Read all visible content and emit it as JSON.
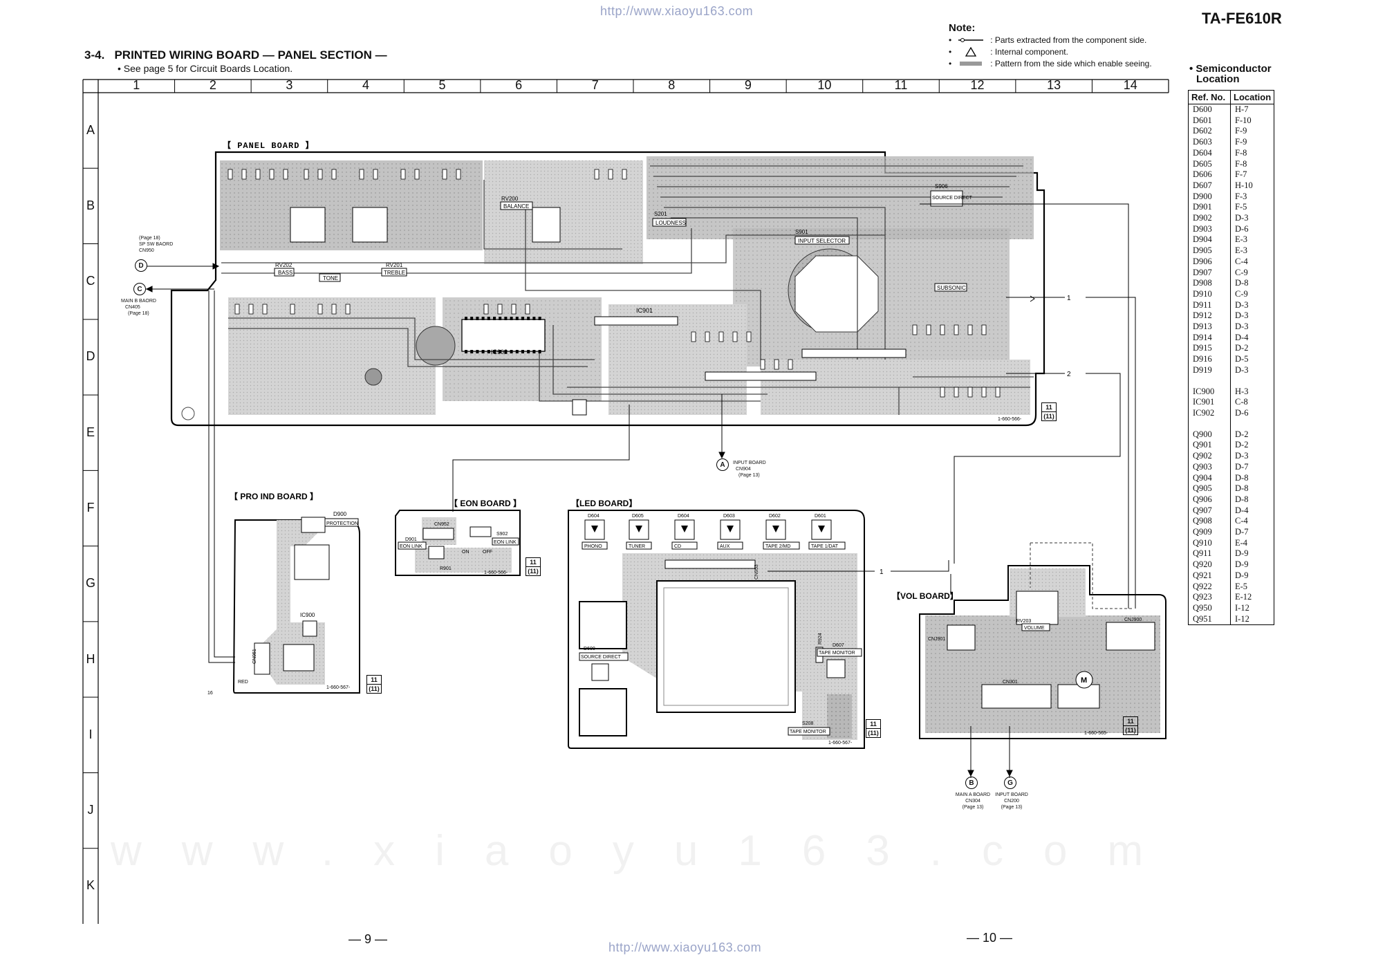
{
  "header": {
    "url_top": "http://www.xiaoyu163.com",
    "model": "TA-FE610R",
    "section_title": "3-4.   PRINTED WIRING BOARD — PANEL SECTION —",
    "section_subtitle": "• See page 5 for Circuit Boards Location."
  },
  "note": {
    "title": "Note:",
    "items": [
      {
        "icon": "parts-extracted-symbol",
        "text": ": Parts extracted from the component side."
      },
      {
        "icon": "triangle-icon",
        "text": ": Internal component."
      },
      {
        "icon": "pattern-symbol",
        "text": ": Pattern from the side which enable seeing."
      }
    ]
  },
  "grid": {
    "columns": [
      "1",
      "2",
      "3",
      "4",
      "5",
      "6",
      "7",
      "8",
      "9",
      "10",
      "11",
      "12",
      "13",
      "14"
    ],
    "rows": [
      "A",
      "B",
      "C",
      "D",
      "E",
      "F",
      "G",
      "H",
      "I",
      "J",
      "K"
    ]
  },
  "boards": {
    "panel": "【 PANEL BOARD 】",
    "pro_ind": "【 PRO IND BOARD 】",
    "eon": "【 EON BOARD 】",
    "led": "【LED BOARD】",
    "vol": "【VOL BOARD】"
  },
  "board_part_numbers": {
    "panel": "1-660-566-",
    "pro_ind": "1-660-567-",
    "eon": "1-660-566-",
    "led": "1-660-567-",
    "vol": "1-660-565-"
  },
  "badge": {
    "top": "11",
    "bottom": "(11)"
  },
  "connectors": {
    "D": {
      "letter": "D",
      "lines": [
        "(Page 18)",
        "SP SW BAORD",
        "CN950"
      ]
    },
    "C": {
      "letter": "C",
      "lines": [
        "MAIN B BAORD",
        "CN405",
        "(Page 18)"
      ]
    },
    "A": {
      "letter": "A",
      "lines": [
        "INPUT BOARD",
        "CN904",
        "(Page 13)"
      ]
    },
    "B": {
      "letter": "B",
      "lines": [
        "MAIN A BOARD",
        "CN304",
        "(Page 13)"
      ]
    },
    "G": {
      "letter": "G",
      "lines": [
        "INPUT BOARD",
        "CN200",
        "(Page 13)"
      ]
    }
  },
  "panel_labels": {
    "balance": "BALANCE",
    "loudness": "LOUDNESS",
    "tone": "TONE",
    "bass": "BASS",
    "treble": "TREBLE",
    "input_selector": "INPUT SELECTOR",
    "source_direct": "SOURCE DIRECT",
    "subsonic": "SUBSONIC",
    "ic902": "IC902",
    "ic901": "IC901",
    "rv200": "RV200",
    "rv201": "RV201",
    "rv202": "RV202",
    "s201": "S201",
    "s901": "S901",
    "s906": "S906"
  },
  "pro_ind_labels": {
    "d900": "D900",
    "protection": "PROTECTION",
    "ic900": "IC900",
    "cn951": "CN951",
    "red": "RED",
    "num16": "16"
  },
  "eon_labels": {
    "d901": "D901",
    "eon_link": "EON LINK",
    "s902": "S902",
    "eon_link2": "EON LINK",
    "on": "ON",
    "off": "OFF",
    "r901": "R901",
    "cn952": "CN952"
  },
  "led_labels": {
    "sockets": [
      {
        "ref": "D604",
        "name": "PHONO"
      },
      {
        "ref": "D605",
        "name": "TUNER"
      },
      {
        "ref": "D604",
        "name": "CD"
      },
      {
        "ref": "D603",
        "name": "AUX"
      },
      {
        "ref": "D602",
        "name": "TAPE 2/MD"
      },
      {
        "ref": "D601",
        "name": "TAPE 1/DAT"
      }
    ],
    "d600": "D600",
    "source_direct": "SOURCE DIRECT",
    "d607": "D607",
    "tape_monitor": "TAPE MONITOR",
    "s208": "S208",
    "tape_monitor2": "TAPE MONITOR",
    "r924": "R924",
    "cn953": "CN953"
  },
  "vol_labels": {
    "rv203": "RV203",
    "volume": "VOLUME",
    "cnj900": "CNJ900",
    "cnj901": "CNJ901",
    "cn301": "CN301",
    "m": "M"
  },
  "semiconductor": {
    "title": "• Semiconductor",
    "subtitle": "Location",
    "headers": [
      "Ref. No.",
      "Location"
    ],
    "groups": [
      [
        [
          "D600",
          "H-7"
        ],
        [
          "D601",
          "F-10"
        ],
        [
          "D602",
          "F-9"
        ],
        [
          "D603",
          "F-9"
        ],
        [
          "D604",
          "F-8"
        ],
        [
          "D605",
          "F-8"
        ],
        [
          "D606",
          "F-7"
        ],
        [
          "D607",
          "H-10"
        ],
        [
          "D900",
          "F-3"
        ],
        [
          "D901",
          "F-5"
        ],
        [
          "D902",
          "D-3"
        ],
        [
          "D903",
          "D-6"
        ],
        [
          "D904",
          "E-3"
        ],
        [
          "D905",
          "E-3"
        ],
        [
          "D906",
          "C-4"
        ],
        [
          "D907",
          "C-9"
        ],
        [
          "D908",
          "D-8"
        ],
        [
          "D910",
          "C-9"
        ],
        [
          "D911",
          "D-3"
        ],
        [
          "D912",
          "D-3"
        ],
        [
          "D913",
          "D-3"
        ],
        [
          "D914",
          "D-4"
        ],
        [
          "D915",
          "D-2"
        ],
        [
          "D916",
          "D-5"
        ],
        [
          "D919",
          "D-3"
        ]
      ],
      [
        [
          "IC900",
          "H-3"
        ],
        [
          "IC901",
          "C-8"
        ],
        [
          "IC902",
          "D-6"
        ]
      ],
      [
        [
          "Q900",
          "D-2"
        ],
        [
          "Q901",
          "D-2"
        ],
        [
          "Q902",
          "D-3"
        ],
        [
          "Q903",
          "D-7"
        ],
        [
          "Q904",
          "D-8"
        ],
        [
          "Q905",
          "D-8"
        ],
        [
          "Q906",
          "D-8"
        ],
        [
          "Q907",
          "D-4"
        ],
        [
          "Q908",
          "C-4"
        ],
        [
          "Q909",
          "D-7"
        ],
        [
          "Q910",
          "E-4"
        ],
        [
          "Q911",
          "D-9"
        ],
        [
          "Q920",
          "D-9"
        ],
        [
          "Q921",
          "D-9"
        ],
        [
          "Q922",
          "E-5"
        ],
        [
          "Q923",
          "E-12"
        ],
        [
          "Q950",
          "I-12"
        ],
        [
          "Q951",
          "I-12"
        ]
      ]
    ]
  },
  "footer": {
    "page_left": "— 9 —",
    "page_right": "— 10 —",
    "url_bottom": "http://www.xiaoyu163.com"
  },
  "arrow_labels": {
    "one": "1",
    "two": "2"
  }
}
